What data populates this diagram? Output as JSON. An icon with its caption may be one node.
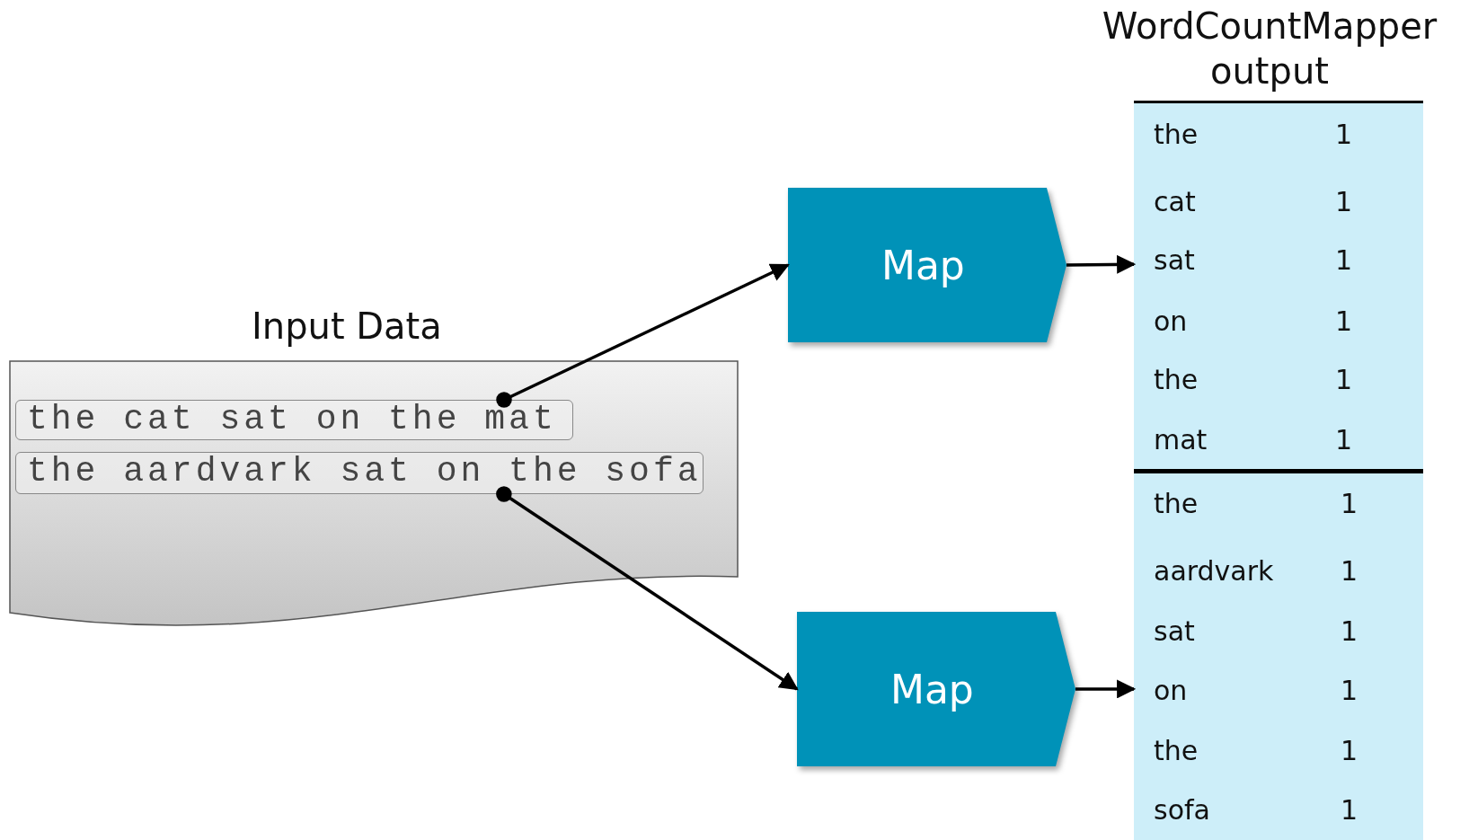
{
  "diagram": {
    "nodes": [
      {
        "text": [
          "Input Data"
        ]
      },
      {
        "text": [
          "the cat sat on the mat"
        ],
        "in": 0
      },
      {
        "text": [
          "the aardvark sat on the sofa"
        ],
        "in": 0
      },
      {
        "text": [
          "Map"
        ]
      },
      {
        "text": [
          "Map"
        ]
      },
      {
        "text": [
          "WordCountMapper output"
        ]
      },
      {
        "text": [],
        "shape": "box",
        "in": 5
      },
      {
        "text": [],
        "shape": "box",
        "in": 5
      }
    ],
    "edges": [
      {
        "from": 1,
        "to": 3,
        "arrow": "to"
      },
      {
        "from": 2,
        "to": 4,
        "arrow": "to"
      },
      {
        "from": 3,
        "to": 6,
        "arrow": "to"
      },
      {
        "from": 4,
        "to": 7,
        "arrow": "to"
      }
    ],
    "labels": [
      "the",
      "1",
      "cat",
      "1",
      "sat",
      "1",
      "on",
      "1",
      "the",
      "1",
      "mat",
      "1",
      "the",
      "1",
      "aardvark",
      "1",
      "sat",
      "1",
      "on",
      "1",
      "the",
      "1",
      "sofa",
      "1"
    ]
  }
}
